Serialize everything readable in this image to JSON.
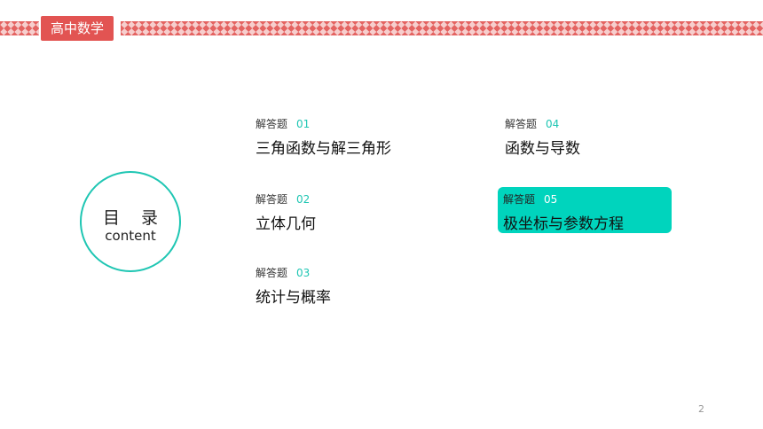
{
  "header": {
    "badge_text": "高中数学",
    "accent_color": "#e25452"
  },
  "toc": {
    "title": "目 录",
    "subtitle": "content",
    "ring_color": "#1fc6b3",
    "items": [
      {
        "label": "解答题",
        "number": "01",
        "topic": "三角函数与解三角形"
      },
      {
        "label": "解答题",
        "number": "02",
        "topic": "立体几何"
      },
      {
        "label": "解答题",
        "number": "03",
        "topic": "统计与概率"
      },
      {
        "label": "解答题",
        "number": "04",
        "topic": "函数与导数"
      },
      {
        "label": "解答题",
        "number": "05",
        "topic": "极坐标与参数方程",
        "highlighted": true
      }
    ],
    "highlight_color": "#00d4bd"
  },
  "footer": {
    "page_number": "2"
  }
}
